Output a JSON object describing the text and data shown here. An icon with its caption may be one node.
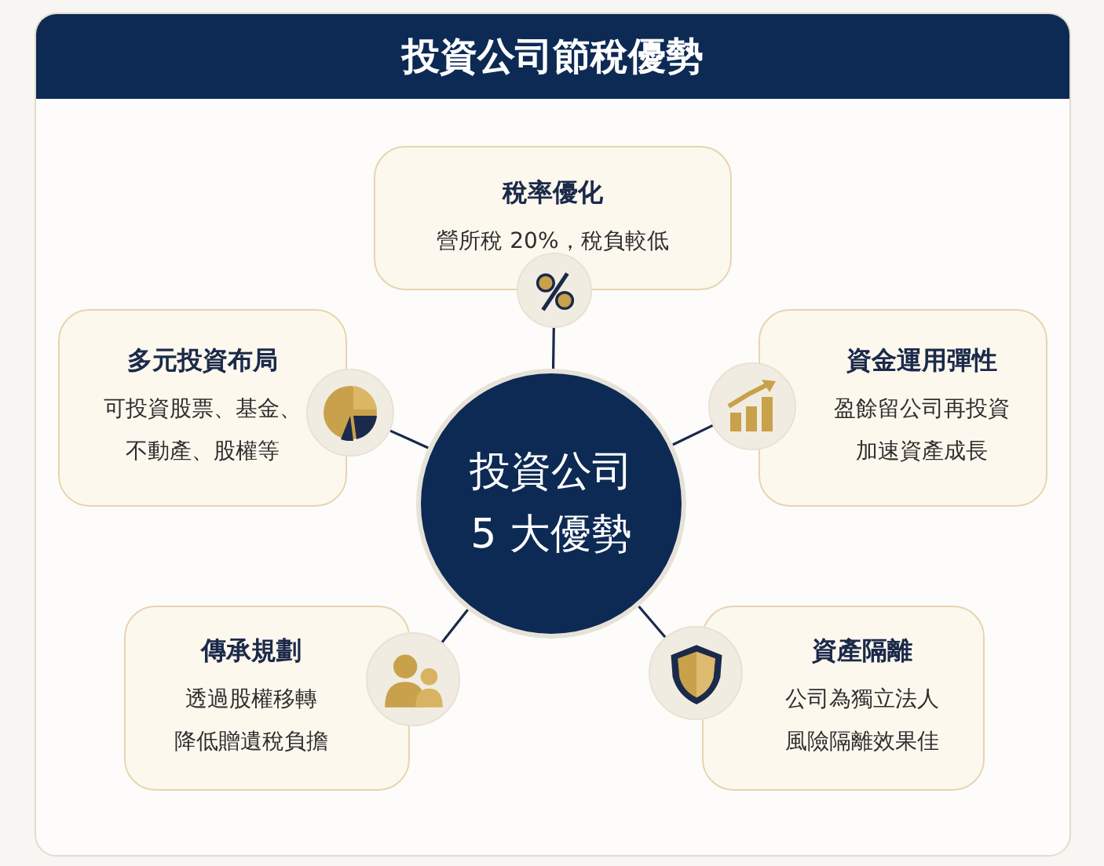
{
  "diagram": {
    "title": "投資公司節稅優勢",
    "nodes": [
      {
        "text": [
          "稅率優化",
          "營所稅 20%，稅負較低"
        ]
      },
      {
        "text": [],
        "shape": "circle"
      },
      {
        "text": [
          "多元投資布局",
          "可投資股票、基金、不動產、股權等"
        ]
      },
      {
        "text": [],
        "shape": "circle"
      },
      {
        "text": [
          "投資公司5 大優勢"
        ]
      },
      {
        "text": [],
        "shape": "circle"
      },
      {
        "text": [
          "資金運用彈性",
          "盈餘留公司再投資加速資產成長"
        ]
      },
      {
        "text": [
          "傳承規劃",
          "透過股權移轉降低贈遺稅負擔"
        ]
      },
      {
        "text": [],
        "shape": "circle"
      },
      {
        "text": [],
        "shape": "circle"
      },
      {
        "text": [
          "資產隔離",
          "公司為獨立法人風險隔離效果佳"
        ]
      }
    ],
    "edges": [
      {
        "from": 4,
        "to": 1,
        "arrow": "none"
      },
      {
        "from": 4,
        "to": 3,
        "arrow": "none"
      },
      {
        "from": 4,
        "to": 5,
        "arrow": "none"
      },
      {
        "from": 4,
        "to": 8,
        "arrow": "none"
      },
      {
        "from": 4,
        "to": 9,
        "arrow": "none"
      }
    ]
  }
}
